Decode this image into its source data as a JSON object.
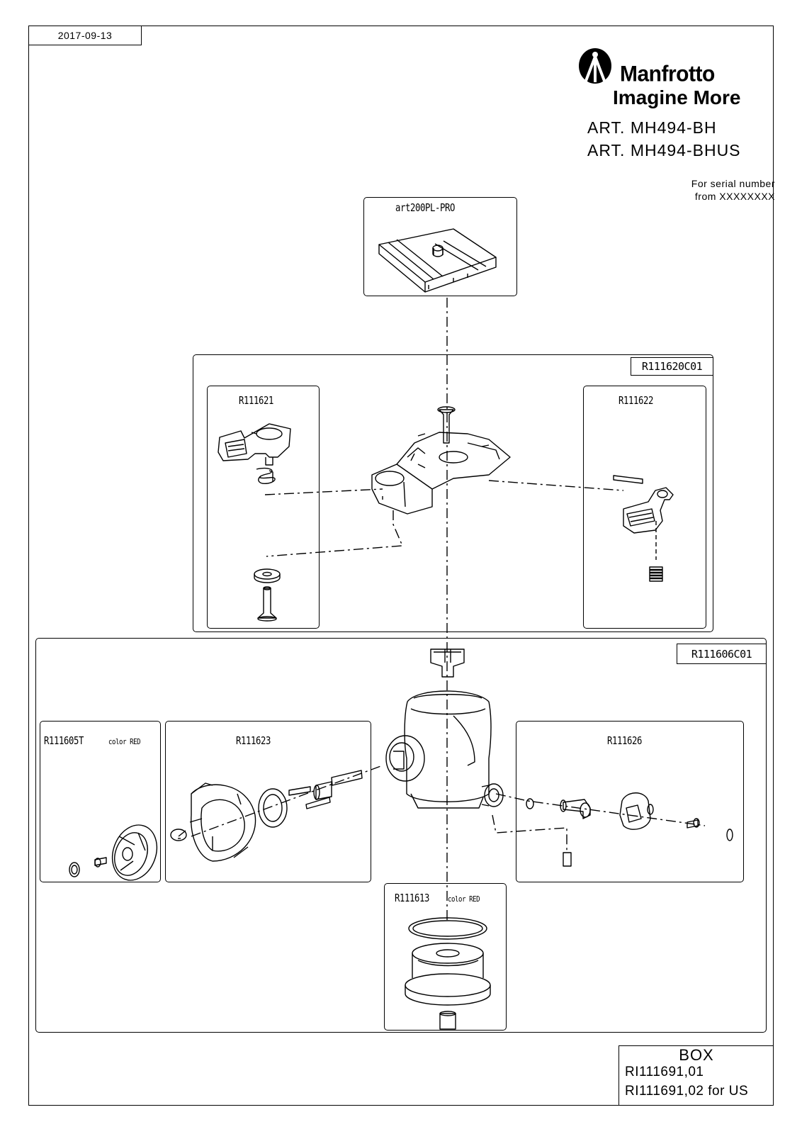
{
  "header": {
    "date": "2017-09-13",
    "brand_name": "Manfrotto",
    "brand_tagline": "Imagine More",
    "articles": [
      "ART. MH494-BH",
      "ART. MH494-BHUS"
    ],
    "serial_line1": "For serial number",
    "serial_line2": "from XXXXXXXX"
  },
  "groups": {
    "plate": "art200PL-PRO",
    "clamp_assembly": "R111620C01",
    "clamp_left": "R111621",
    "clamp_right": "R111622",
    "head_assembly": "R111606C01",
    "knob": "R111605T",
    "knob_color": "color RED",
    "friction": "R111623",
    "pan_lock": "R111626",
    "base": "R111613",
    "base_color": "color RED"
  },
  "box": {
    "title": "BOX",
    "code1": "RI111691,01",
    "code2": "RI111691,02 for US"
  }
}
